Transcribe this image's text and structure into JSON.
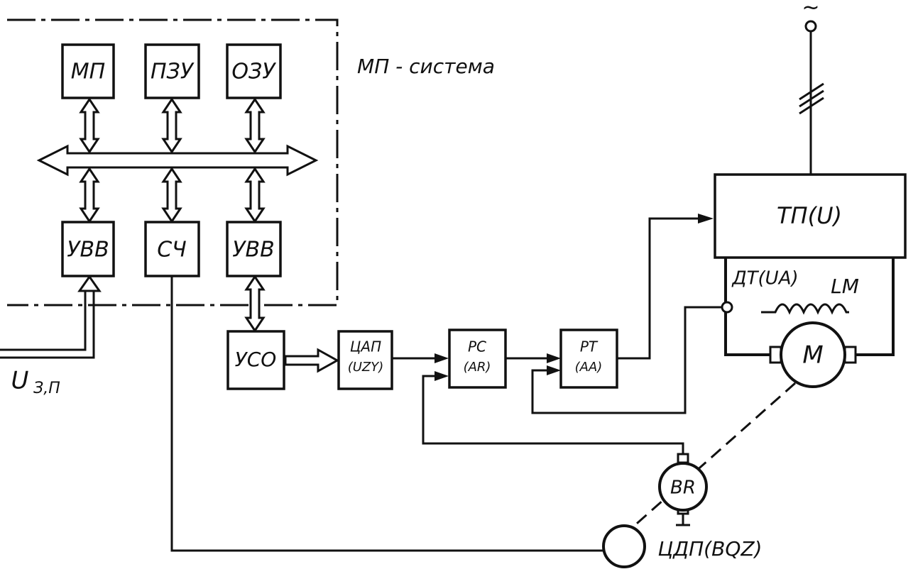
{
  "system_label": "МП - система",
  "blocks": {
    "mp": "МП",
    "pzu": "ПЗУ",
    "ozu": "ОЗУ",
    "uvv1": "УВВ",
    "sch": "СЧ",
    "uvv2": "УВВ",
    "uso": "УСО",
    "cap_line1": "ЦАП",
    "cap_line2": "(UZY)",
    "rs_line1": "РС",
    "rs_line2": "(AR)",
    "rt_line1": "РТ",
    "rt_line2": "(AA)",
    "tp": "ТП(U)",
    "m": "M",
    "br": "BR"
  },
  "labels": {
    "dt": "ДТ(UA)",
    "lm": "LM",
    "cdp": "ЦДП(BQZ)",
    "u_main": "U",
    "u_sub": "З,П",
    "ac_symbol": "~"
  }
}
